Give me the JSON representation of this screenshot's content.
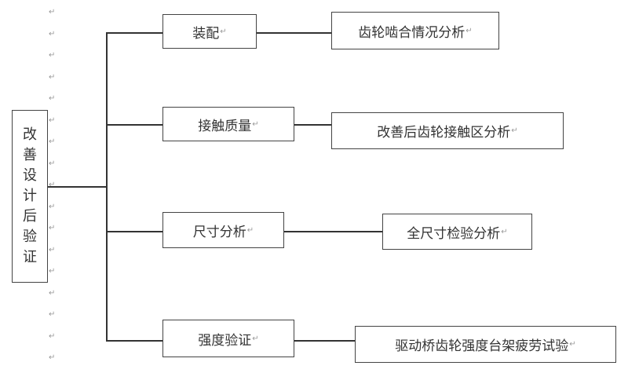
{
  "root": {
    "label": "改善设计后验证",
    "chars": [
      "改",
      "善",
      "设",
      "计",
      "后",
      "验",
      "证"
    ]
  },
  "branches": [
    {
      "label": "装配",
      "detail": "齿轮啮合情况分析"
    },
    {
      "label": "接触质量",
      "detail": "改善后齿轮接触区分析"
    },
    {
      "label": "尺寸分析",
      "detail": "全尺寸检验分析"
    },
    {
      "label": "强度验证",
      "detail": "驱动桥齿轮强度台架疲劳试验"
    }
  ],
  "return_mark": "↵"
}
